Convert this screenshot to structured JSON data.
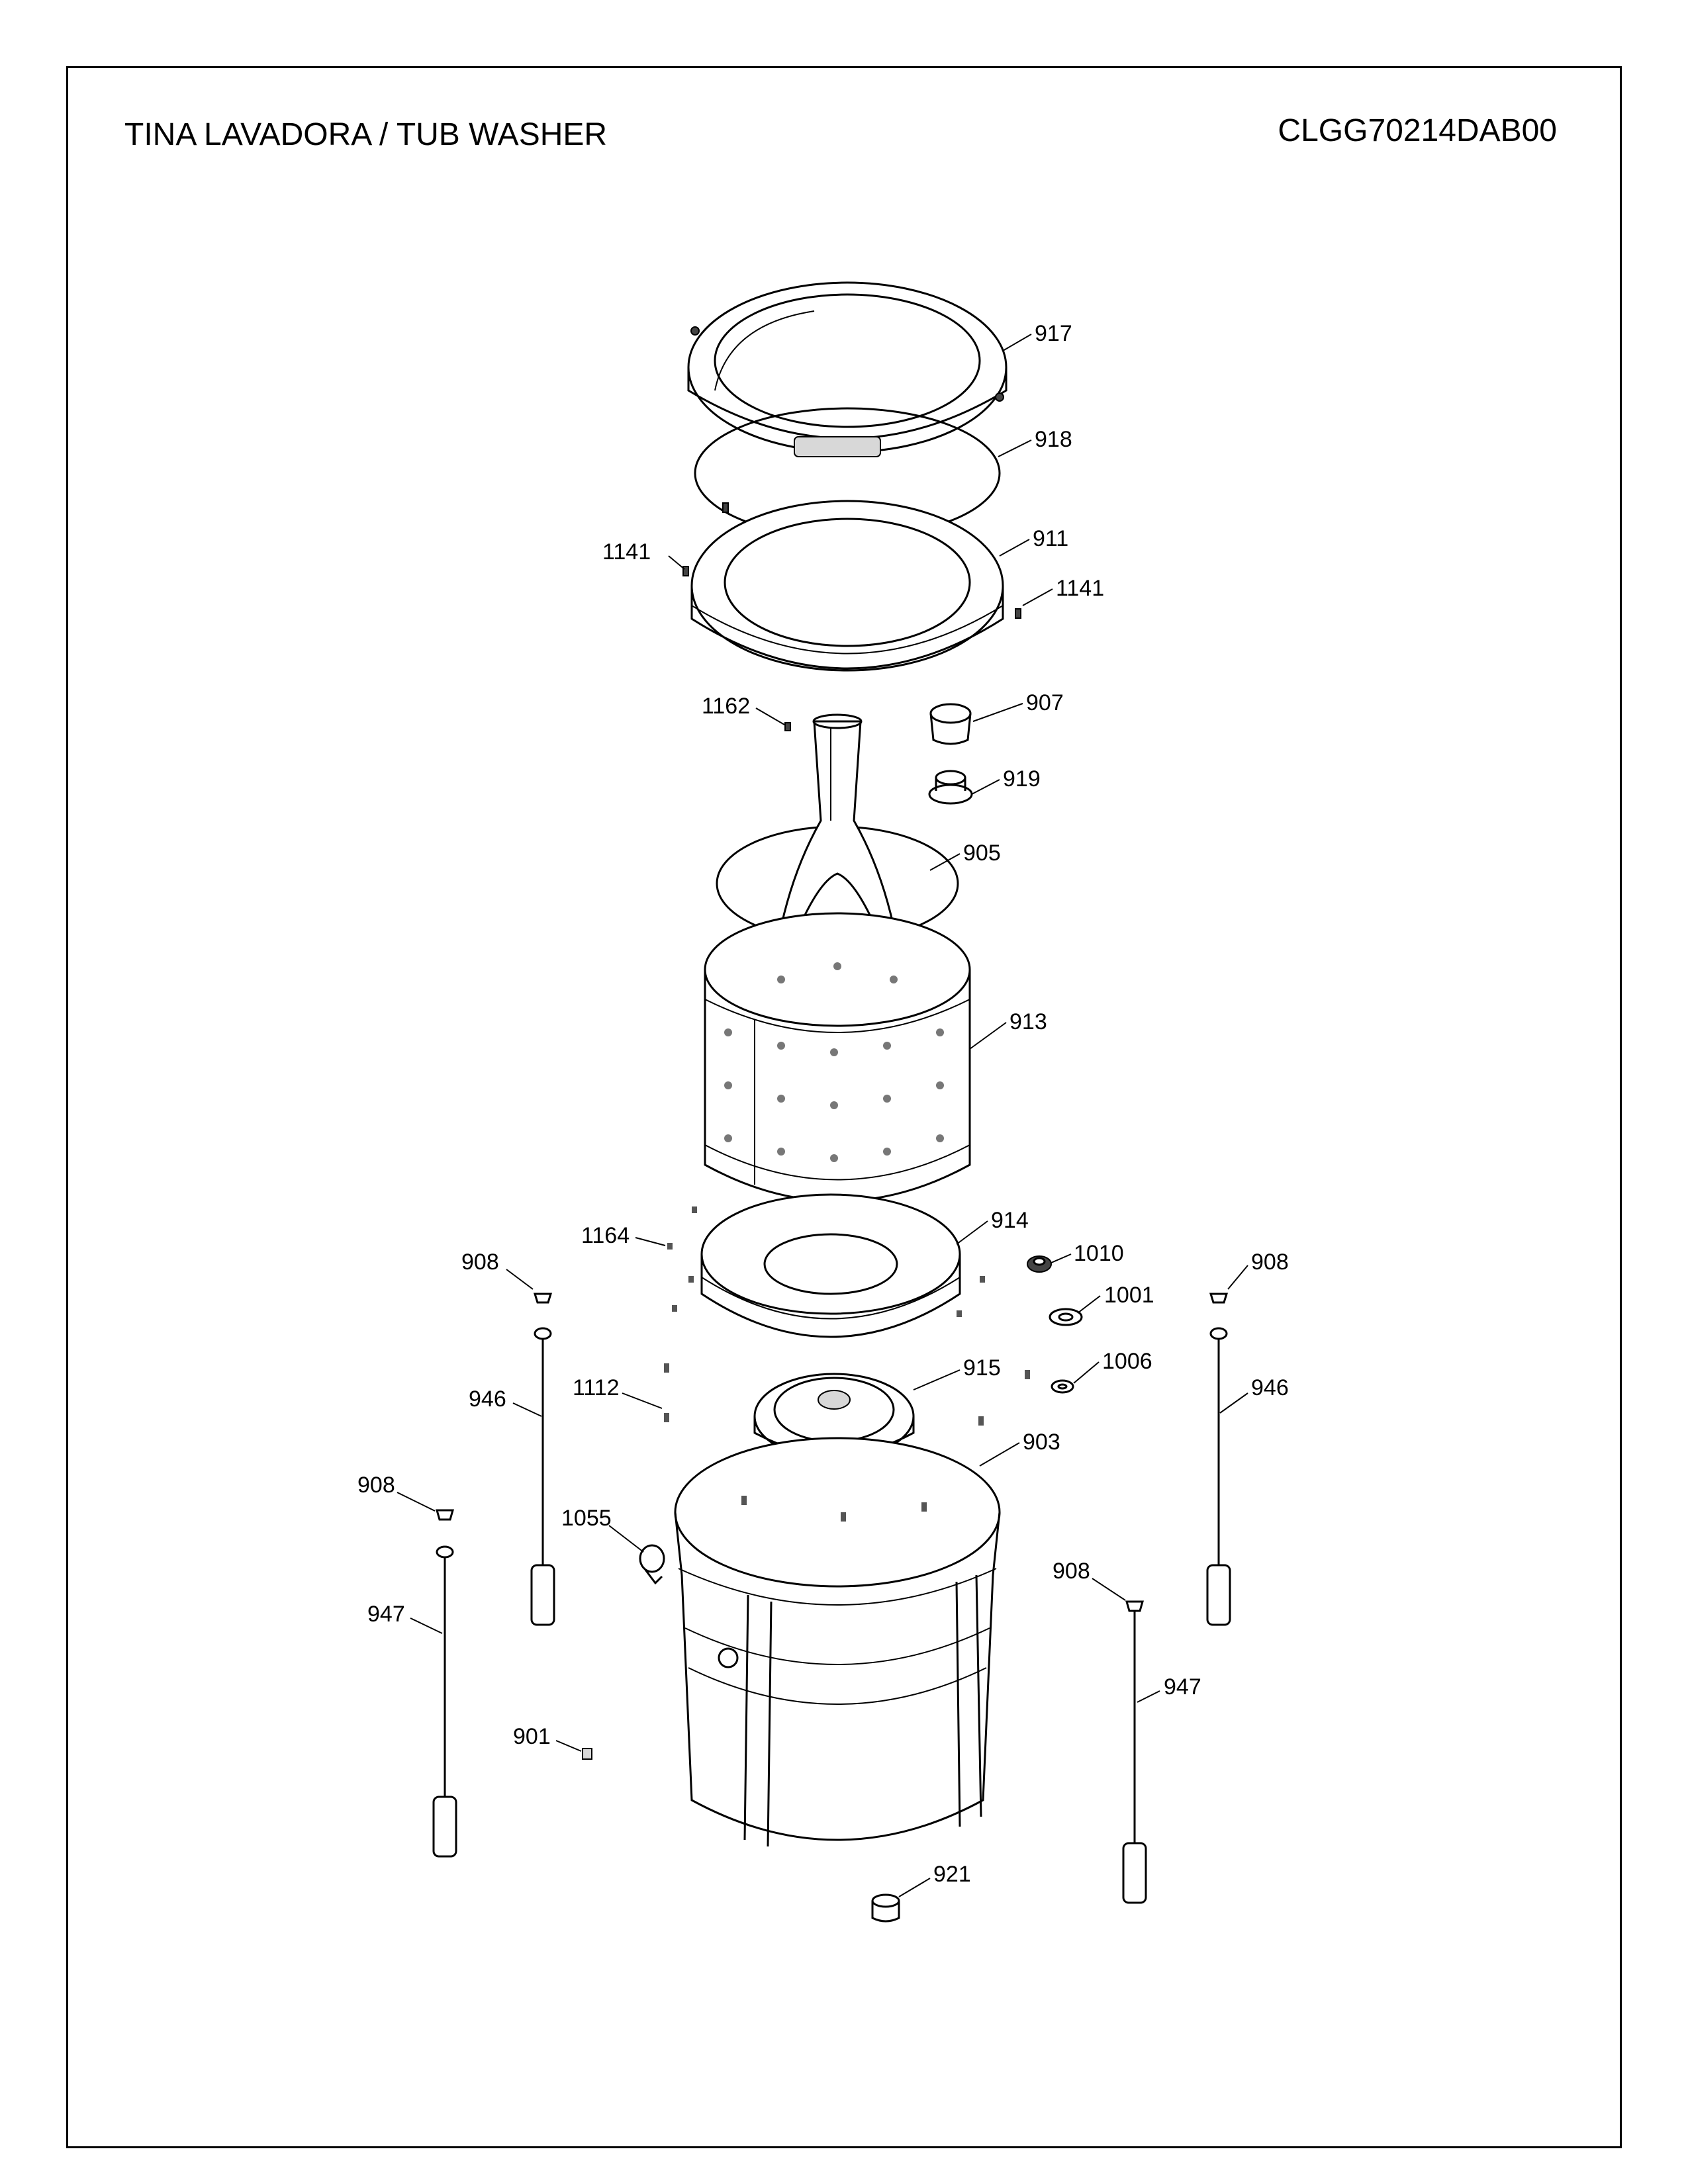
{
  "header": {
    "title": "TINA LAVADORA / TUB WASHER",
    "model": "CLGG70214DAB00"
  },
  "callouts": {
    "c917": "917",
    "c918": "918",
    "c911": "911",
    "c1141a": "1141",
    "c1141b": "1141",
    "c1162": "1162",
    "c907": "907",
    "c919": "919",
    "c905": "905",
    "c913": "913",
    "c1164": "1164",
    "c914": "914",
    "c1010": "1010",
    "c1001": "1001",
    "c908a": "908",
    "c908b": "908",
    "c908c": "908",
    "c908d": "908",
    "c946a": "946",
    "c946b": "946",
    "c1112": "1112",
    "c915": "915",
    "c1006": "1006",
    "c903": "903",
    "c1055": "1055",
    "c947a": "947",
    "c947b": "947",
    "c901": "901",
    "c921": "921"
  }
}
